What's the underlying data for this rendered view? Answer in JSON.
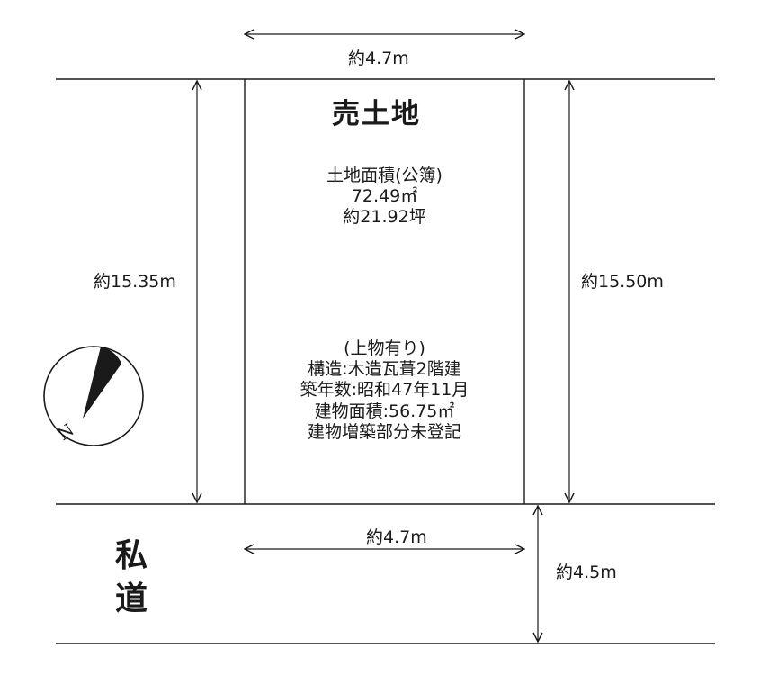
{
  "title": "売土地",
  "dimensions": {
    "top_width": "約4.7m",
    "left_depth": "約15.35m",
    "right_depth": "約15.50m",
    "road_frontage": "約4.7m",
    "road_width": "約4.5m"
  },
  "land": {
    "heading": "土地面積(公簿)",
    "area_sqm": "72.49㎡",
    "area_tsubo": "約21.92坪"
  },
  "building": {
    "heading": "(上物有り)",
    "structure": "構造:木造瓦葺2階建",
    "built": "築年数:昭和47年11月",
    "floor_area": "建物面積:56.75㎡",
    "note": "建物増築部分未登記"
  },
  "road": {
    "char1": "私",
    "char2": "道"
  },
  "compass": {
    "label": "N"
  },
  "colors": {
    "line": "#1a1a1a",
    "background": "#ffffff"
  }
}
